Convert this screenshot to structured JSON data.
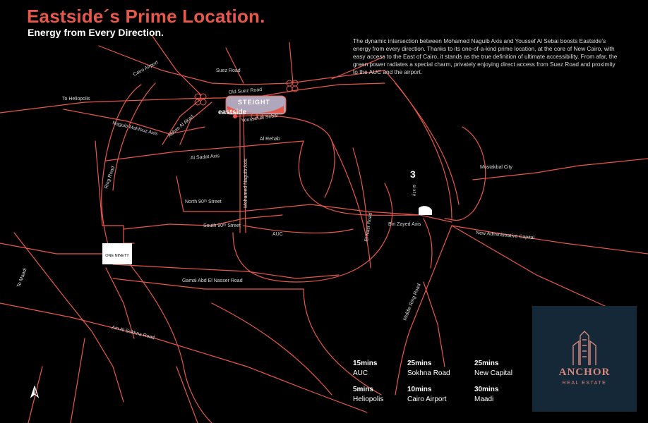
{
  "header": {
    "title": "Eastside´s Prime Location.",
    "subtitle": "Energy from Every Direction."
  },
  "description": "The dynamic intersection between Mohamed Naguib Axis and Youssef Al Sebai boosts Eastside's energy from every direction. Thanks to its one-of-a-kind prime location, at the core of New Cairo, with easy access to the East of Cairo, it stands as the true definition of ultimate accessibility. From afar, the green power radiates a special charm, privately enjoying direct access from Suez Road and proximity to the AUC and the airport.",
  "map": {
    "road_color": "#e8584a",
    "labels": {
      "cairo_airport": "Cairo Airport",
      "suez_road": "Suez Road",
      "to_heliopolis": "To Heliopolis",
      "old_suez_road": "Old Suez Road",
      "naguib_mahfouz": "Naguib Mahfouz Axis",
      "abbas_al_akad": "Abbas Al Akad",
      "youssef_al_sebai": "Youssef Al Sebai",
      "al_rehab": "Al Rehab",
      "al_sadat_axis": "Al Sadat Axis",
      "ring_road": "Ring Road",
      "mohamed_naguib_axis": "Mohamed Naguib Axis",
      "north_90": "North 90ᵗʰ Street",
      "south_90": "South 90ᵗʰ Street",
      "auc": "AUC",
      "el_nasr_road": "El Nasr Road",
      "bin_zayed_axis": "Bin Zayed Axis",
      "mostakbal_city": "Mostakbal City",
      "new_admin_capital": "New Administrative Capital",
      "to_maadi": "To Maadi",
      "gamal_abd": "Gamal Abd El Nasser Road",
      "middle_ring_road": "Middle Ring Road",
      "ain_al_sokhna": "Ain Al Sokhna Road"
    },
    "markers": {
      "eastside": "eastside",
      "steight": "STEIGHT",
      "one_ninety": "ONE NINETY",
      "three_sixty": "3",
      "three_sixty_sub": "sixty"
    }
  },
  "travel_times": [
    {
      "time": "15mins",
      "place": "AUC"
    },
    {
      "time": "25mins",
      "place": "Sokhna Road"
    },
    {
      "time": "25mins",
      "place": "New Capital"
    },
    {
      "time": "5mins",
      "place": "Heliopolis"
    },
    {
      "time": "10mins",
      "place": "Cairo Airport"
    },
    {
      "time": "30mins",
      "place": "Maadi"
    }
  ],
  "brand": {
    "name": "ANCHOR",
    "tagline": "REAL ESTATE",
    "color": "#d9867c",
    "bg": "#142838"
  }
}
